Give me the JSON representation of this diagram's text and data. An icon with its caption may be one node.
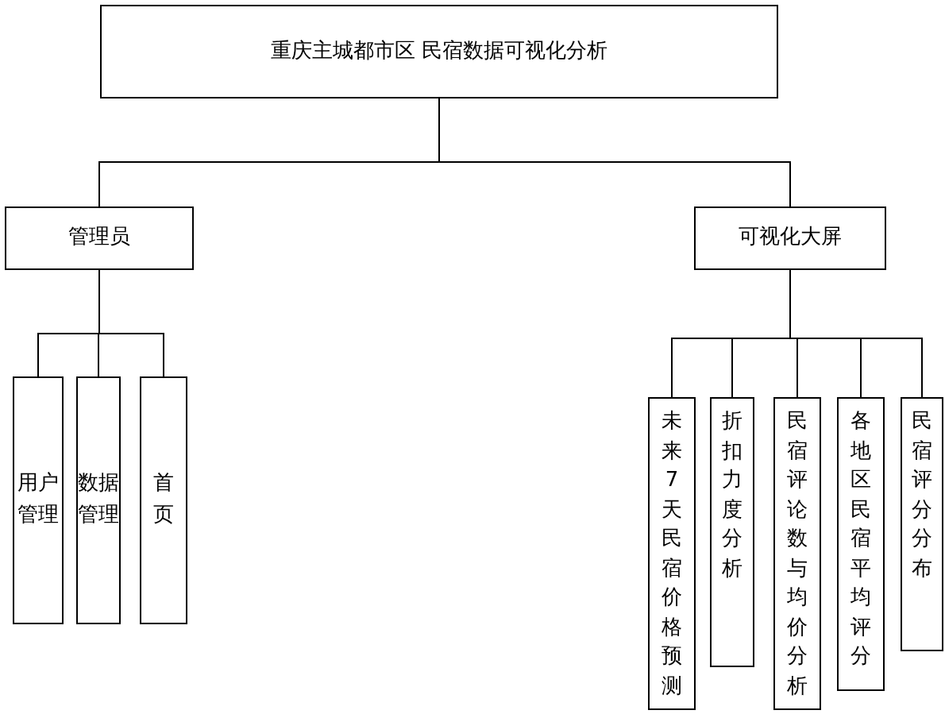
{
  "diagram": {
    "nodes": [
      {
        "text": [
          "重庆主城都市区 民宿数据可视化分析"
        ]
      },
      {
        "text": [
          "管理员"
        ]
      },
      {
        "text": [
          "可视化大屏"
        ]
      },
      {
        "text": [
          "用户管理"
        ]
      },
      {
        "text": [
          "数据管理"
        ]
      },
      {
        "text": [
          "首页"
        ]
      },
      {
        "text": [
          "未来7天民宿价格预测"
        ]
      },
      {
        "text": [
          "折扣力度分析"
        ]
      },
      {
        "text": [
          "民宿评论数与均价分析"
        ]
      },
      {
        "text": [
          "各地区民宿平均评分"
        ]
      },
      {
        "text": [
          "民宿评分分布"
        ]
      }
    ],
    "edges": [
      {
        "from": 0,
        "to": 1,
        "arrow": "none"
      },
      {
        "from": 0,
        "to": 2,
        "arrow": "none"
      },
      {
        "from": 1,
        "to": 3,
        "arrow": "none"
      },
      {
        "from": 1,
        "to": 4,
        "arrow": "none"
      },
      {
        "from": 1,
        "to": 5,
        "arrow": "none"
      },
      {
        "from": 2,
        "to": 6,
        "arrow": "none"
      },
      {
        "from": 2,
        "to": 7,
        "arrow": "none"
      },
      {
        "from": 2,
        "to": 8,
        "arrow": "none"
      },
      {
        "from": 2,
        "to": 9,
        "arrow": "none"
      },
      {
        "from": 2,
        "to": 10,
        "arrow": "none"
      }
    ]
  }
}
